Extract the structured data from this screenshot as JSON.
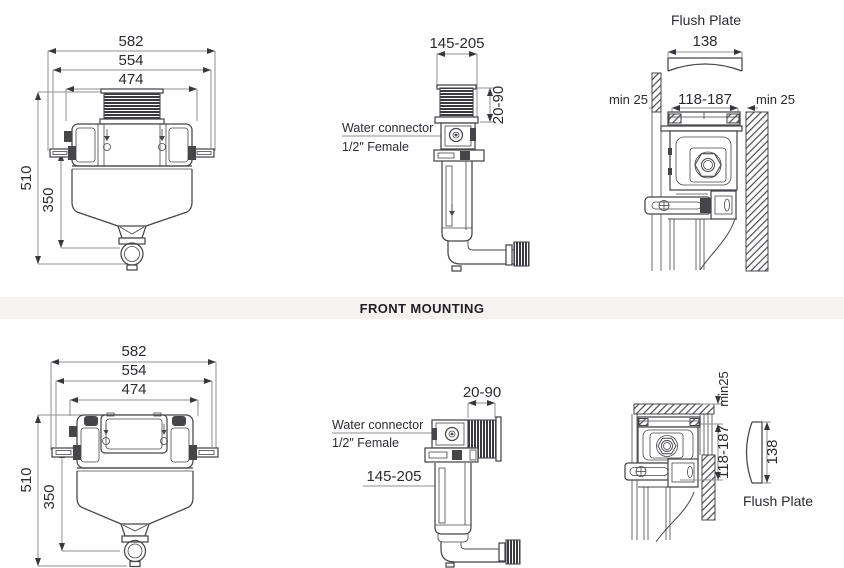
{
  "section_label": "FRONT MOUNTING",
  "colors": {
    "line": "#47454a",
    "dim": "#8f8f8f",
    "text": "#2c2a33",
    "band_bg": "#f4f3f1"
  },
  "top_mounting": {
    "front_view": {
      "width_outer": "582",
      "width_mid": "554",
      "width_inner": "474",
      "height_total": "510",
      "height_to_outlet": "350"
    },
    "side_view": {
      "depth_range": "145-205",
      "shaft_depth": "20-90",
      "connector_line1": "Water connector",
      "connector_line2": "1/2\" Female"
    },
    "wall_view": {
      "plate_label": "Flush Plate",
      "plate_width": "138",
      "min_left": "min 25",
      "opening_range": "118-187",
      "min_right": "min 25"
    }
  },
  "front_mounting": {
    "front_view": {
      "width_outer": "582",
      "width_mid": "554",
      "width_inner": "474",
      "height_total": "510",
      "height_to_outlet": "350"
    },
    "side_view": {
      "shaft_depth": "20-90",
      "connector_line1": "Water connector",
      "connector_line2": "1/2\" Female",
      "depth_range": "145-205"
    },
    "wall_view": {
      "min_top": "min25",
      "opening_range": "118-187",
      "plate_width": "138",
      "plate_label": "Flush Plate"
    }
  }
}
